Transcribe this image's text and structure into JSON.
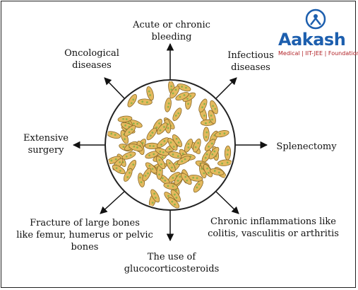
{
  "logo": {
    "word": "Aakash",
    "tagline": "Medical | IIT-JEE | Foundations",
    "color": "#1d5fae",
    "tag_color": "#b01e23"
  },
  "center": {
    "name": "platelet-cluster",
    "cell_fill": "#e4b95e",
    "cell_stroke": "#8a6a28",
    "spot_fill": "#8fb34a"
  },
  "labels": {
    "top": [
      "Acute or chronic",
      "bleeding"
    ],
    "top_left": [
      "Oncological",
      "diseases"
    ],
    "top_right": [
      "Infectious",
      "diseases"
    ],
    "left": [
      "Extensive",
      "surgery"
    ],
    "right": [
      "Splenectomy"
    ],
    "bottom_left": [
      "Fracture of large bones",
      "like femur, humerus or pelvic",
      "bones"
    ],
    "bottom": [
      "The use of",
      "glucocorticosteroids"
    ],
    "bottom_right": [
      "Chronic inflammations like",
      "colitis, vasculitis or arthritis"
    ]
  }
}
